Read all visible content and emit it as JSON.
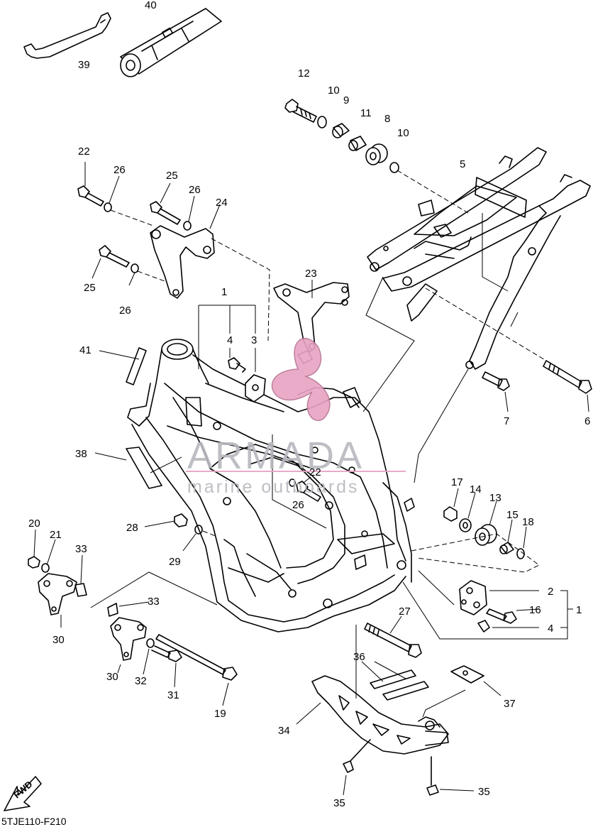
{
  "diagram_code": "5TJE110-F210",
  "watermark": {
    "title": "ARMADA",
    "subtitle": "marine outboards",
    "logo_color": "#e8a3c4"
  },
  "fwd_label": "FWD",
  "callouts": [
    {
      "id": "40",
      "text": "40"
    },
    {
      "id": "39",
      "text": "39"
    },
    {
      "id": "12",
      "text": "12"
    },
    {
      "id": "10a",
      "text": "10"
    },
    {
      "id": "9",
      "text": "9"
    },
    {
      "id": "11",
      "text": "11"
    },
    {
      "id": "8",
      "text": "8"
    },
    {
      "id": "10b",
      "text": "10"
    },
    {
      "id": "5",
      "text": "5"
    },
    {
      "id": "22a",
      "text": "22"
    },
    {
      "id": "26a",
      "text": "26"
    },
    {
      "id": "25a",
      "text": "25"
    },
    {
      "id": "26b",
      "text": "26"
    },
    {
      "id": "24",
      "text": "24"
    },
    {
      "id": "25b",
      "text": "25"
    },
    {
      "id": "26c",
      "text": "26"
    },
    {
      "id": "23",
      "text": "23"
    },
    {
      "id": "1a",
      "text": "1"
    },
    {
      "id": "4a",
      "text": "4"
    },
    {
      "id": "3",
      "text": "3"
    },
    {
      "id": "41",
      "text": "41"
    },
    {
      "id": "7",
      "text": "7"
    },
    {
      "id": "6",
      "text": "6"
    },
    {
      "id": "38",
      "text": "38"
    },
    {
      "id": "22b",
      "text": "22"
    },
    {
      "id": "26d",
      "text": "26"
    },
    {
      "id": "17",
      "text": "17"
    },
    {
      "id": "14",
      "text": "14"
    },
    {
      "id": "13",
      "text": "13"
    },
    {
      "id": "15",
      "text": "15"
    },
    {
      "id": "18",
      "text": "18"
    },
    {
      "id": "20",
      "text": "20"
    },
    {
      "id": "21",
      "text": "21"
    },
    {
      "id": "33a",
      "text": "33"
    },
    {
      "id": "28",
      "text": "28"
    },
    {
      "id": "29",
      "text": "29"
    },
    {
      "id": "2",
      "text": "2"
    },
    {
      "id": "1b",
      "text": "1"
    },
    {
      "id": "16",
      "text": "16"
    },
    {
      "id": "4b",
      "text": "4"
    },
    {
      "id": "30a",
      "text": "30"
    },
    {
      "id": "33b",
      "text": "33"
    },
    {
      "id": "27",
      "text": "27"
    },
    {
      "id": "36",
      "text": "36"
    },
    {
      "id": "30b",
      "text": "30"
    },
    {
      "id": "32",
      "text": "32"
    },
    {
      "id": "31",
      "text": "31"
    },
    {
      "id": "19",
      "text": "19"
    },
    {
      "id": "37",
      "text": "37"
    },
    {
      "id": "34",
      "text": "34"
    },
    {
      "id": "35a",
      "text": "35"
    },
    {
      "id": "35b",
      "text": "35"
    }
  ]
}
